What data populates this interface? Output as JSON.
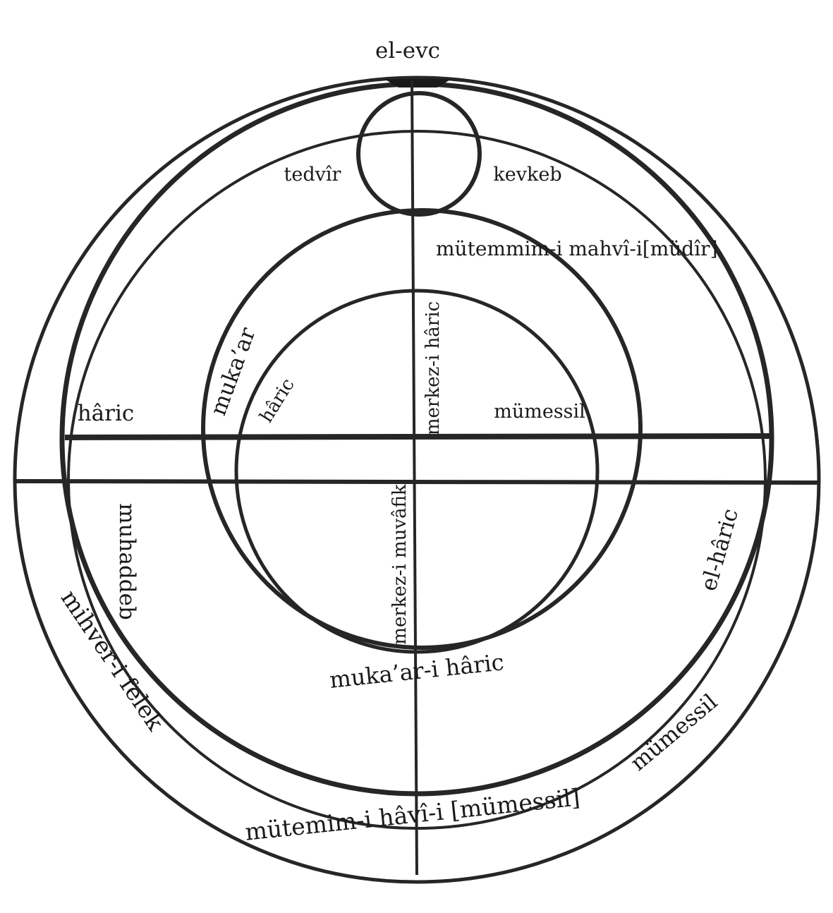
{
  "labels": {
    "el_evc": "el-evc",
    "tedvir": "tedvîr",
    "kevkeb": "kevkeb",
    "mutemmim_mahvi": "mütemmim-i mahvî-i[müdîr]",
    "mukaar": "muka’ar",
    "haric_inner": "hâric",
    "merkez_haric": "merkez-i hâric",
    "mumessil_inner": "mümessil",
    "haric_left": "hâric",
    "muhaddeb": "muhaddeb",
    "merkez_muvafik": "merkez-i muvâfik",
    "el_haric": "el-hâric",
    "mihver_felek": "mihver-i felek",
    "mukaar_haric": "muka’ar-i hâric",
    "mumessil_outer": "mümessil",
    "mutemim_havi": "mütemim-i hâvî-i [mümessil]"
  },
  "colors": {
    "ink": "#262626",
    "paper": "#ffffff"
  }
}
